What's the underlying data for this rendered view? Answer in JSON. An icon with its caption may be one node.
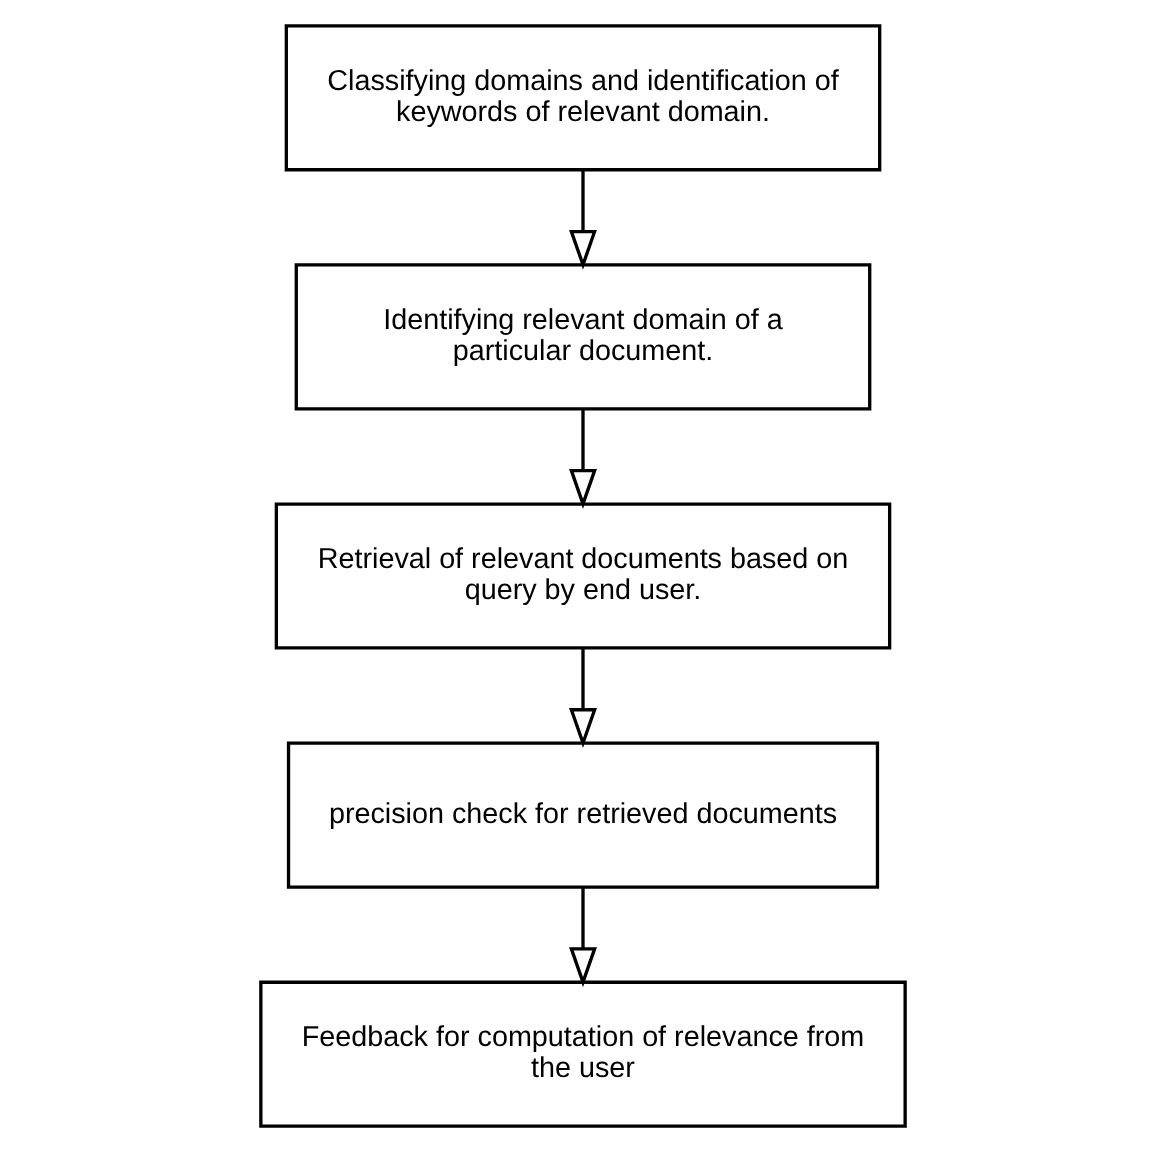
{
  "diagram": {
    "nodes": [
      {
        "text": [
          "Classifying domains and identification of keywords of relevant domain."
        ]
      },
      {
        "text": [
          "Identifying relevant domain of a particular document."
        ]
      },
      {
        "text": [
          "Retrieval of relevant documents based on query by end user."
        ]
      },
      {
        "text": [
          "precision check for retrieved documents"
        ]
      },
      {
        "text": [
          "Feedback for computation of relevance from the user"
        ]
      }
    ],
    "edges": [
      {
        "from": 0,
        "to": 1,
        "arrow": "to"
      },
      {
        "from": 1,
        "to": 2,
        "arrow": "to"
      },
      {
        "from": 2,
        "to": 3,
        "arrow": "to"
      },
      {
        "from": 3,
        "to": 4,
        "arrow": "to"
      }
    ]
  }
}
